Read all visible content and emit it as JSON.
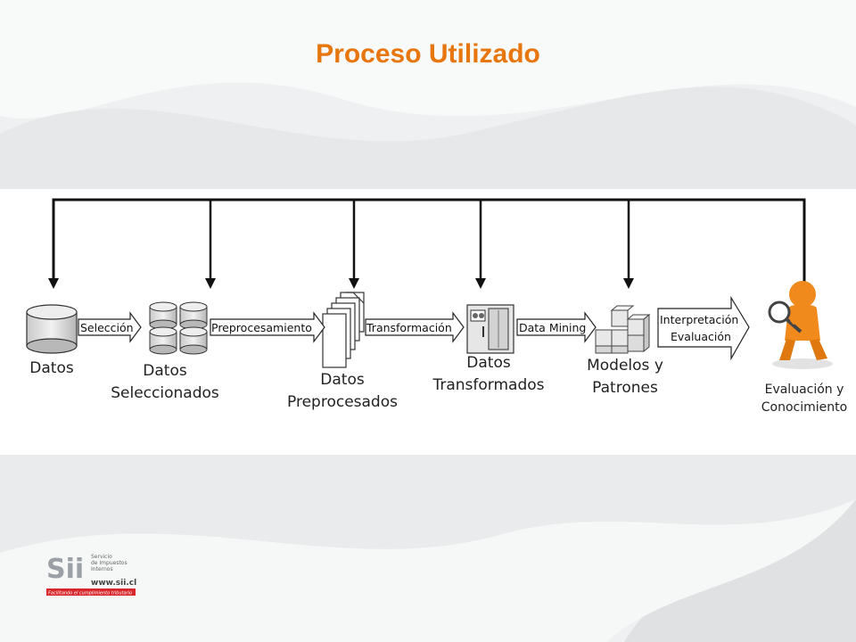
{
  "slide": {
    "title": "Proceso Utilizado"
  },
  "process": {
    "stages": [
      {
        "line1": "Datos",
        "line2": ""
      },
      {
        "line1": "Datos",
        "line2": "Seleccionados"
      },
      {
        "line1": "Datos",
        "line2": "Preprocesados"
      },
      {
        "line1": "Datos",
        "line2": "Transformados"
      },
      {
        "line1": "Modelos y",
        "line2": "Patrones"
      },
      {
        "line1": "Evaluación y",
        "line2": "Conocimiento"
      }
    ],
    "steps": [
      {
        "label": "Selección"
      },
      {
        "label": "Preprocesamiento"
      },
      {
        "label": "Transformación"
      },
      {
        "label": "Data Mining"
      },
      {
        "label": "Interpretación",
        "label2": "Evaluación"
      }
    ]
  },
  "footer": {
    "logo_mark": "Sii",
    "logo_line1": "Servicio",
    "logo_line2": "de Impuestos",
    "logo_line3": "Internos",
    "url": "www.sii.cl",
    "tagline": "Facilitando el cumplimiento tributario"
  },
  "colors": {
    "title": "#E8760E",
    "figure_orange": "#F08A1C",
    "logo_red": "#D7262C"
  }
}
